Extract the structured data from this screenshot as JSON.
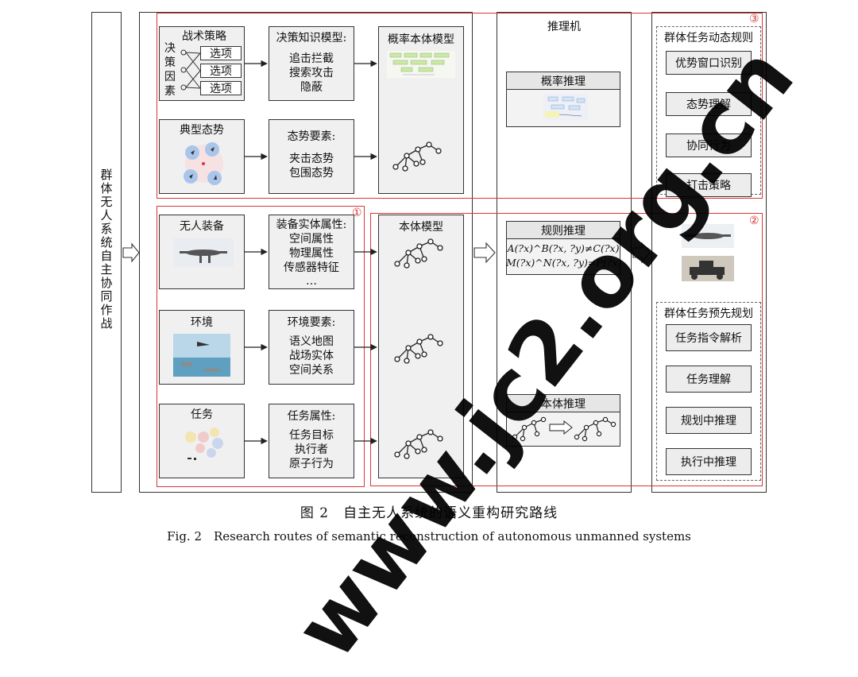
{
  "left_column": {
    "text": "群体无人系统自主协同作战"
  },
  "tactics": {
    "title": "战术策略",
    "factor_label": "决策因素",
    "options": [
      "选项",
      "选项",
      "选项"
    ]
  },
  "decision_model": {
    "title": "决策知识模型:",
    "lines": [
      "追击拦截",
      "搜索攻击",
      "隐蔽"
    ]
  },
  "prob_ontology": {
    "title": "概率本体模型"
  },
  "typical_situation": {
    "title": "典型态势"
  },
  "situation_elements": {
    "title": "态势要素:",
    "lines": [
      "夹击态势",
      "包围态势"
    ]
  },
  "equipment": {
    "title": "无人装备"
  },
  "equipment_attrs": {
    "title": "装备实体属性:",
    "lines": [
      "空间属性",
      "物理属性",
      "传感器特征",
      "…"
    ]
  },
  "environment": {
    "title": "环境"
  },
  "env_elements": {
    "title": "环境要素:",
    "lines": [
      "语义地图",
      "战场实体",
      "空间关系"
    ]
  },
  "task": {
    "title": "任务"
  },
  "task_attrs": {
    "title": "任务属性:",
    "lines": [
      "任务目标",
      "执行者",
      "原子行为"
    ]
  },
  "ontology_model": {
    "title": "本体模型"
  },
  "reasoner": {
    "title": "推理机",
    "prob_reasoning": "概率推理",
    "rule_reasoning": "规则推理",
    "rule_lines": [
      "A(?x)^B(?x, ?y)≠C(?x)",
      "M(?x)^N(?x, ?y)≠P(?x)"
    ],
    "ontology_reasoning": "本体推理"
  },
  "dynamic_planning": {
    "title": "群体任务动态规则",
    "items": [
      "优势窗口识别",
      "态势理解",
      "协同行为",
      "打击策略"
    ]
  },
  "pre_planning": {
    "title": "群体任务预先规划",
    "items": [
      "任务指令解析",
      "任务理解",
      "规划中推理",
      "执行中推理"
    ]
  },
  "markers": [
    "①",
    "②",
    "③"
  ],
  "caption": {
    "cn": "图 2　自主无人系统的语义重构研究路线",
    "en": "Fig. 2　Research routes of semantic reconstruction of autonomous unmanned systems"
  },
  "watermark": "www.jc2.org.cn",
  "colors": {
    "red_frame": "#d8363a",
    "box_fill": "#ededed",
    "line": "#333333"
  }
}
